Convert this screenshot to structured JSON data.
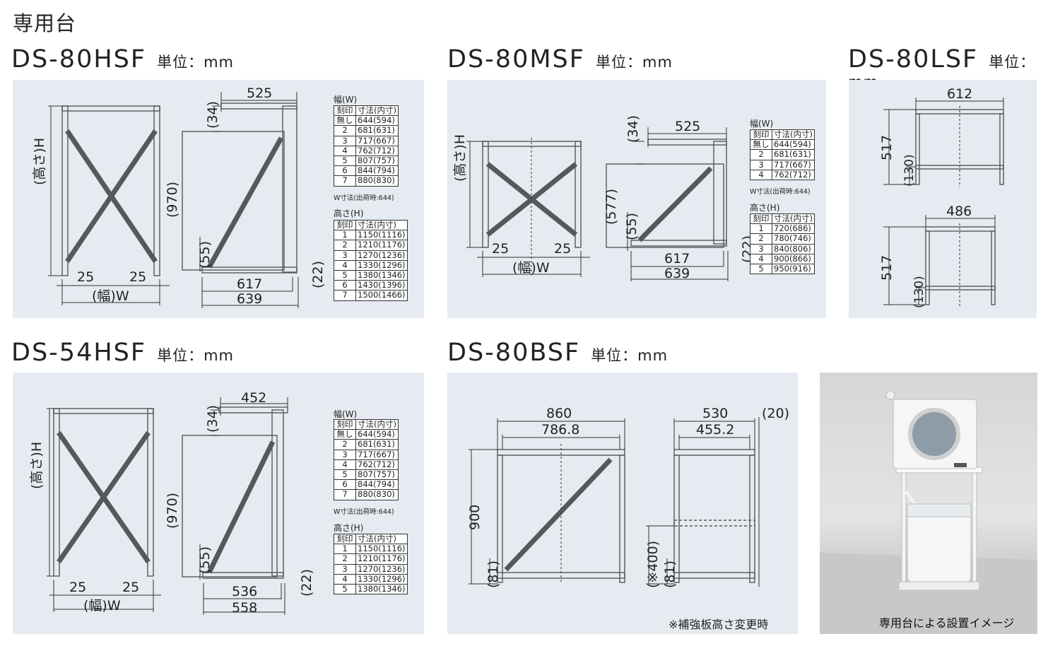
{
  "page_title": "専用台",
  "unit_label": "単位：mm",
  "footnote": "※補強板高さ変更時",
  "photo_caption": "専用台による設置イメージ",
  "table_labels": {
    "width_title": "幅(W)",
    "height_title": "高さ(H)",
    "col_mark": "刻印",
    "col_size": "寸法(内寸)",
    "width_note": "W寸法(出荷時:644)"
  },
  "width_rows_7": [
    {
      "mark": "無し",
      "size": "644(594)"
    },
    {
      "mark": "2",
      "size": "681(631)"
    },
    {
      "mark": "3",
      "size": "717(667)"
    },
    {
      "mark": "4",
      "size": "762(712)"
    },
    {
      "mark": "5",
      "size": "807(757)"
    },
    {
      "mark": "6",
      "size": "844(794)"
    },
    {
      "mark": "7",
      "size": "880(830)"
    }
  ],
  "width_rows_4": [
    {
      "mark": "無し",
      "size": "644(594)"
    },
    {
      "mark": "2",
      "size": "681(631)"
    },
    {
      "mark": "3",
      "size": "717(667)"
    },
    {
      "mark": "4",
      "size": "762(712)"
    }
  ],
  "height_rows_hsf80": [
    {
      "mark": "1",
      "size": "1150(1116)"
    },
    {
      "mark": "2",
      "size": "1210(1176)"
    },
    {
      "mark": "3",
      "size": "1270(1236)"
    },
    {
      "mark": "4",
      "size": "1330(1296)"
    },
    {
      "mark": "5",
      "size": "1380(1346)"
    },
    {
      "mark": "6",
      "size": "1430(1396)"
    },
    {
      "mark": "7",
      "size": "1500(1466)"
    }
  ],
  "height_rows_msf": [
    {
      "mark": "1",
      "size": "720(686)"
    },
    {
      "mark": "2",
      "size": "780(746)"
    },
    {
      "mark": "3",
      "size": "840(806)"
    },
    {
      "mark": "4",
      "size": "900(866)"
    },
    {
      "mark": "5",
      "size": "950(916)"
    }
  ],
  "height_rows_54": [
    {
      "mark": "1",
      "size": "1150(1116)"
    },
    {
      "mark": "2",
      "size": "1210(1176)"
    },
    {
      "mark": "3",
      "size": "1270(1236)"
    },
    {
      "mark": "4",
      "size": "1330(1296)"
    },
    {
      "mark": "5",
      "size": "1380(1346)"
    }
  ],
  "models": {
    "hsf80": {
      "name": "DS-80HSF",
      "dims": {
        "height": "(高さ)H",
        "width": "(幅)W",
        "left": "25",
        "right": "25",
        "top": "525",
        "offset": "(34)",
        "side_h": "(970)",
        "foot": "(55)",
        "inner": "617",
        "outer": "639",
        "base": "(22)"
      }
    },
    "msf80": {
      "name": "DS-80MSF",
      "dims": {
        "height": "(高さ)H",
        "width": "(幅)W",
        "left": "25",
        "right": "25",
        "top": "525",
        "offset": "(34)",
        "side_h": "(577)",
        "foot": "(55)",
        "inner": "617",
        "outer": "639",
        "base": "(22)"
      }
    },
    "lsf80": {
      "name": "DS-80LSF",
      "dims": {
        "front_w": "612",
        "front_h": "517",
        "front_low": "(130)",
        "side_w": "486",
        "side_h": "517",
        "side_low": "(130)"
      }
    },
    "hsf54": {
      "name": "DS-54HSF",
      "dims": {
        "height": "(高さ)H",
        "width": "(幅)W",
        "left": "25",
        "right": "25",
        "top": "452",
        "offset": "(34)",
        "side_h": "(970)",
        "foot": "(55)",
        "inner": "536",
        "outer": "558",
        "base": "(22)"
      }
    },
    "bsf80": {
      "name": "DS-80BSF",
      "dims": {
        "outer_w": "860",
        "inner_w": "786.8",
        "height": "900",
        "foot": "(81)",
        "side_outer": "530",
        "side_inner": "455.2",
        "side_gap": "(20)",
        "side_mid": "(※400)",
        "side_foot": "(81)"
      }
    }
  }
}
